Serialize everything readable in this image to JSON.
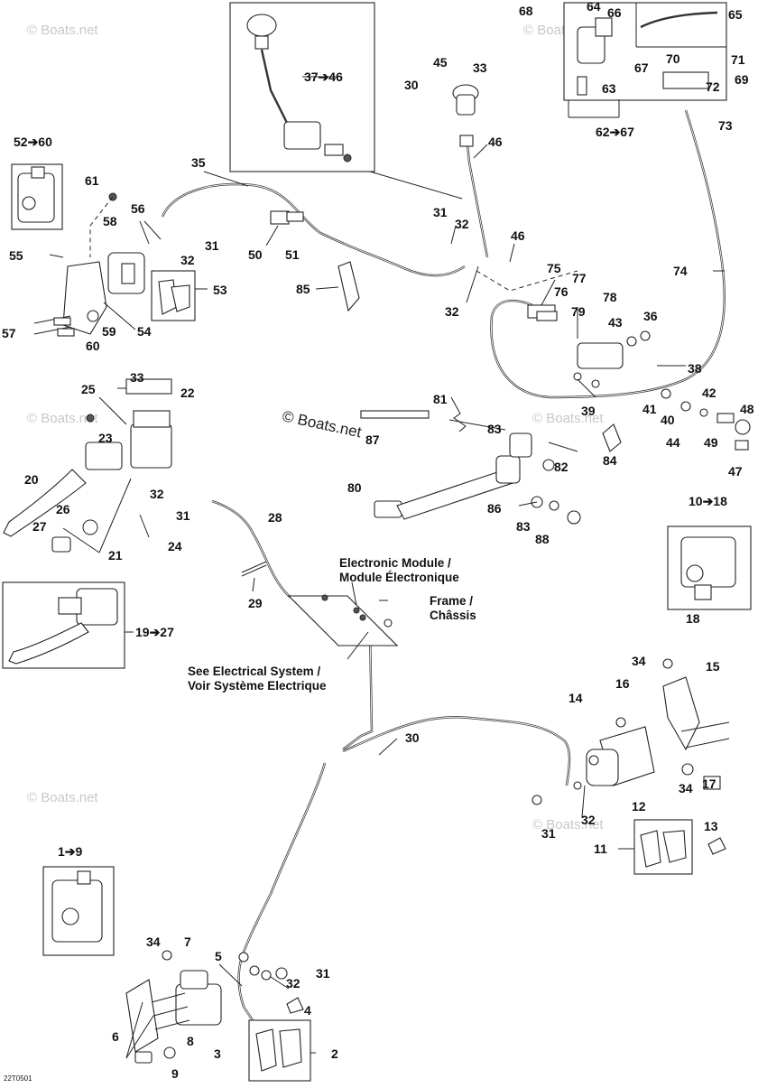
{
  "watermark": "© Boats.net",
  "drawing_code": "22T0501",
  "callouts": {
    "c1": "52➔60",
    "c2": "61",
    "c3": "58",
    "c4": "56",
    "c5": "31",
    "c6": "32",
    "c7": "55",
    "c8": "53",
    "c9": "57",
    "c10": "60",
    "c11": "59",
    "c12": "54",
    "c13": "35",
    "c14": "50",
    "c15": "51",
    "c16": "85",
    "c17": "37➔46",
    "c18": "30",
    "c19": "45",
    "c20": "33",
    "c21": "46",
    "c22": "31",
    "c23": "32",
    "c24": "46",
    "c25": "32",
    "c26": "75",
    "c27": "77",
    "c28": "76",
    "c29": "78",
    "c30": "79",
    "c31": "43",
    "c32": "36",
    "c33": "74",
    "c34": "73",
    "c35": "68",
    "c36": "64",
    "c37": "66",
    "c38": "65",
    "c39": "67",
    "c40": "70",
    "c41": "71",
    "c42": "69",
    "c43": "72",
    "c44": "63",
    "c45": "62➔67",
    "c46": "38",
    "c47": "42",
    "c48": "41",
    "c49": "40",
    "c50": "39",
    "c51": "48",
    "c52": "44",
    "c53": "49",
    "c54": "47",
    "c55": "84",
    "c56": "81",
    "c57": "87",
    "c58": "83",
    "c59": "82",
    "c60": "80",
    "c61": "86",
    "c62": "83",
    "c63": "88",
    "c64": "10➔18",
    "c65": "33",
    "c66": "22",
    "c67": "25",
    "c68": "23",
    "c69": "20",
    "c70": "32",
    "c71": "26",
    "c72": "27",
    "c73": "21",
    "c74": "31",
    "c75": "24",
    "c76": "28",
    "c77": "29",
    "c78": "19➔27",
    "c79": "18",
    "c80": "34",
    "c81": "15",
    "c82": "16",
    "c83": "14",
    "c84": "34",
    "c85": "17",
    "c86": "12",
    "c87": "30",
    "c88": "32",
    "c89": "31",
    "c90": "13",
    "c91": "11",
    "c92": "1➔9",
    "c93": "34",
    "c94": "7",
    "c95": "5",
    "c96": "32",
    "c97": "31",
    "c98": "4",
    "c99": "6",
    "c100": "8",
    "c101": "3",
    "c102": "2",
    "c103": "9"
  },
  "labels": {
    "module_en": "Electronic Module /",
    "module_fr": "Module Électronique",
    "frame_en": "Frame /",
    "frame_fr": "Châssis",
    "elec_en": "See Electrical System /",
    "elec_fr": "Voir Système Electrique"
  }
}
